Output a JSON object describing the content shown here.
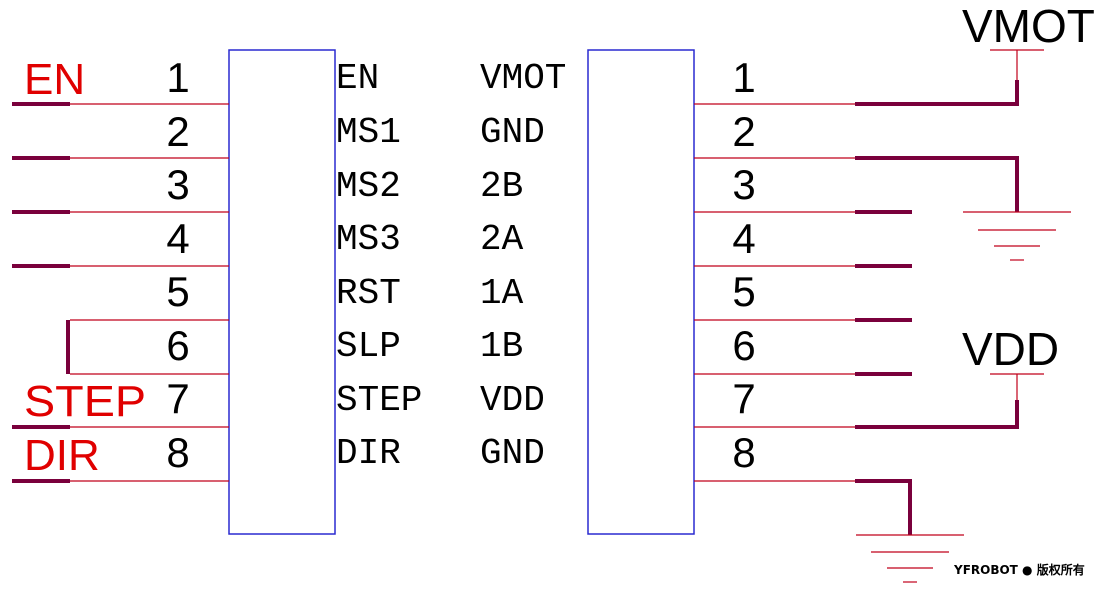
{
  "colors": {
    "pin_line": "#c0001a",
    "wire": "#7a003c",
    "body_outline": "#2a2ad0",
    "net_label": "#e00000",
    "ground": "#c0001a"
  },
  "left_connector": {
    "pin_numbers": [
      "1",
      "2",
      "3",
      "4",
      "5",
      "6",
      "7",
      "8"
    ],
    "pin_names": [
      "EN",
      "MS1",
      "MS2",
      "MS3",
      "RST",
      "SLP",
      "STEP",
      "DIR"
    ]
  },
  "right_connector": {
    "pin_numbers": [
      "1",
      "2",
      "3",
      "4",
      "5",
      "6",
      "7",
      "8"
    ],
    "pin_names": [
      "VMOT",
      "GND",
      "2B",
      "2A",
      "1A",
      "1B",
      "VDD",
      "GND"
    ]
  },
  "net_labels": {
    "en": "EN",
    "step": "STEP",
    "dir": "DIR"
  },
  "power_labels": {
    "vmot": "VMOT",
    "vdd": "VDD"
  },
  "credit": "YFROBOT ● 版权所有"
}
